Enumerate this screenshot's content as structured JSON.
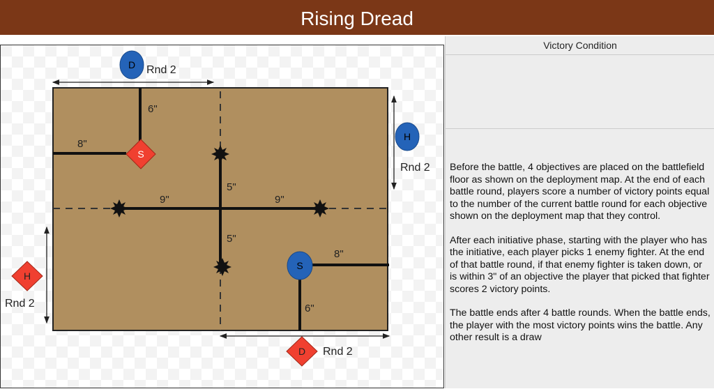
{
  "header": {
    "title": "Rising Dread"
  },
  "panel": {
    "heading": "Victory Condition",
    "paragraphs": [
      "Before the battle, 4 objectives are placed on the battlefield floor as shown on the deployment map. At the end of each battle round, players score a number of victory points equal to the number of the current battle round for each objective shown on the deployment map that they control.",
      "After each initiative phase, starting with the player who has the initiative, each player picks 1 enemy fighter. At the end of that battle round, if that enemy fighter is taken down, or is within 3\" of an objective the player that picked that fighter scores 2 victory points.",
      "The battle ends after 4 battle rounds. When the battle ends, the player with the most victory points wins the battle. Any other result is a draw"
    ]
  },
  "map": {
    "colors": {
      "board": "#b08f5f",
      "blue": "#2463b8",
      "red": "#f04030"
    },
    "markers": {
      "blue_d": "D",
      "blue_h": "H",
      "blue_s": "S",
      "red_s": "S",
      "red_h": "H",
      "red_d": "D"
    },
    "labels": {
      "rnd_top": "Rnd 2",
      "rnd_right": "Rnd 2",
      "rnd_left": "Rnd 2",
      "rnd_bottom": "Rnd 2",
      "d6_top": "6\"",
      "d8_top": "8\"",
      "d5_upper": "5\"",
      "d5_lower": "5\"",
      "d9_left": "9\"",
      "d9_right": "9\"",
      "d8_bottom": "8\"",
      "d6_bottom": "6\""
    }
  }
}
